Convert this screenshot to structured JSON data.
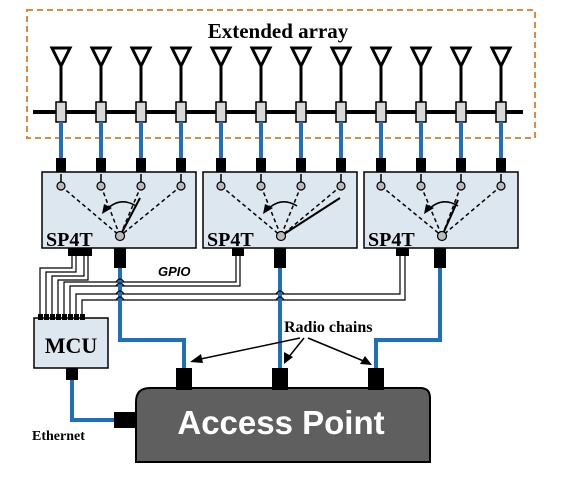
{
  "diagram": {
    "array_label": "Extended array",
    "antenna_count": 12,
    "switches": [
      {
        "label": "SP4T"
      },
      {
        "label": "SP4T"
      },
      {
        "label": "SP4T"
      }
    ],
    "gpio_label": "GPIO",
    "mcu_label": "MCU",
    "radio_chains_label": "Radio chains",
    "access_point_label": "Access Point",
    "ethernet_label": "Ethernet",
    "colors": {
      "array_border": "#e08a3c",
      "switch_fill": "#dde7ef",
      "rf_line": "#1f6fbf",
      "access_point_fill": "#5f5f5f",
      "access_point_text": "#ffffff"
    }
  }
}
